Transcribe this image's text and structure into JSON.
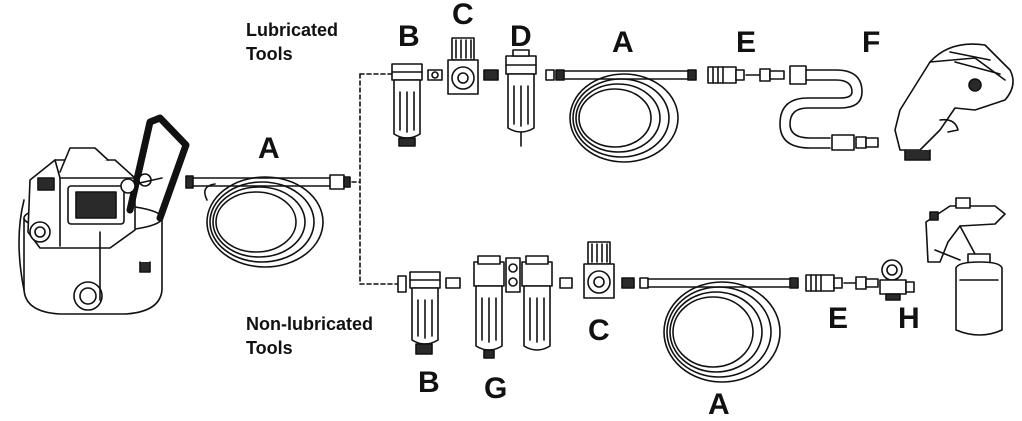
{
  "groups": {
    "lubricated": [
      "Lubricated",
      "Tools"
    ],
    "non_lubricated": [
      "Non-lubricated",
      "Tools"
    ]
  },
  "labels": {
    "A": "A",
    "B": "B",
    "C": "C",
    "D": "D",
    "E": "E",
    "F": "F",
    "G": "G",
    "H": "H"
  },
  "colors": {
    "line": "#111111",
    "fill": "#ffffff",
    "shade": "#2a2a2a"
  }
}
